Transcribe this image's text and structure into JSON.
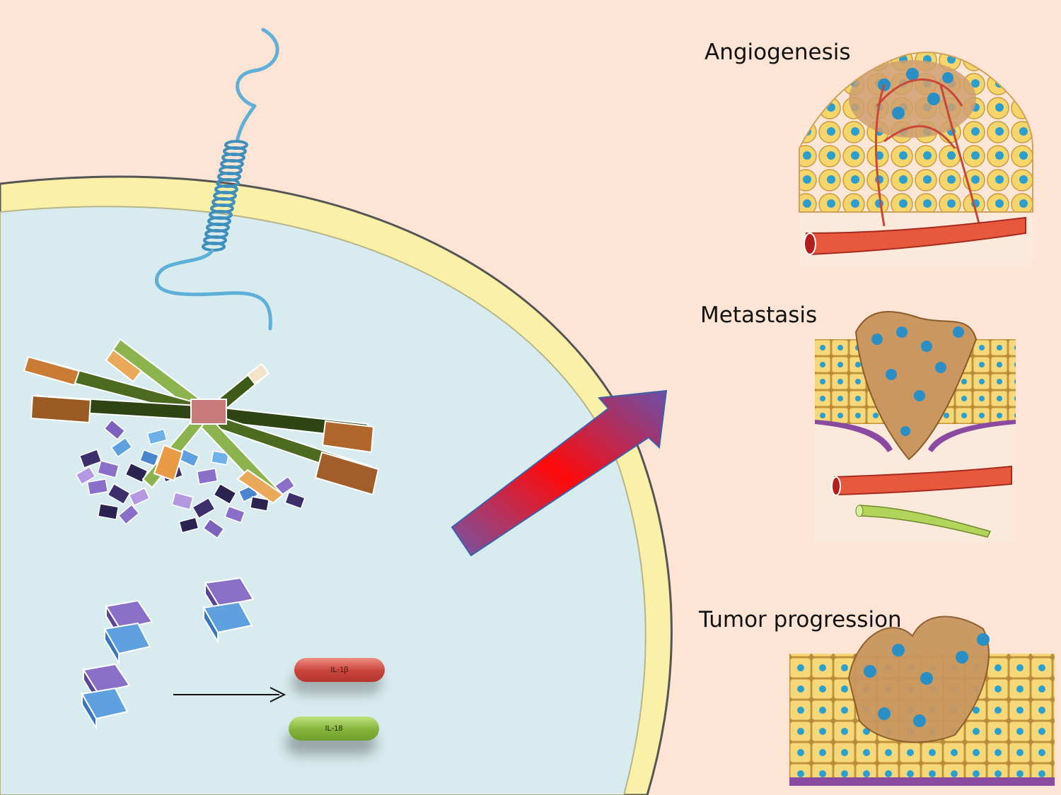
{
  "panels": {
    "angiogenesis": {
      "title": "Angiogenesis"
    },
    "metastasis": {
      "title": "Metastasis"
    },
    "tumor_progression": {
      "title": "Tumor progression"
    }
  },
  "pills": {
    "red_label": "IL-1β",
    "green_label": "IL-18"
  },
  "colors": {
    "background": "#fde4d4",
    "cytoplasm": "#d8ecef",
    "membrane": "#faf0a8",
    "arrow_start": "#7356a8",
    "arrow_mid": "#ff0a0a",
    "helix": "#5fb0d9"
  }
}
